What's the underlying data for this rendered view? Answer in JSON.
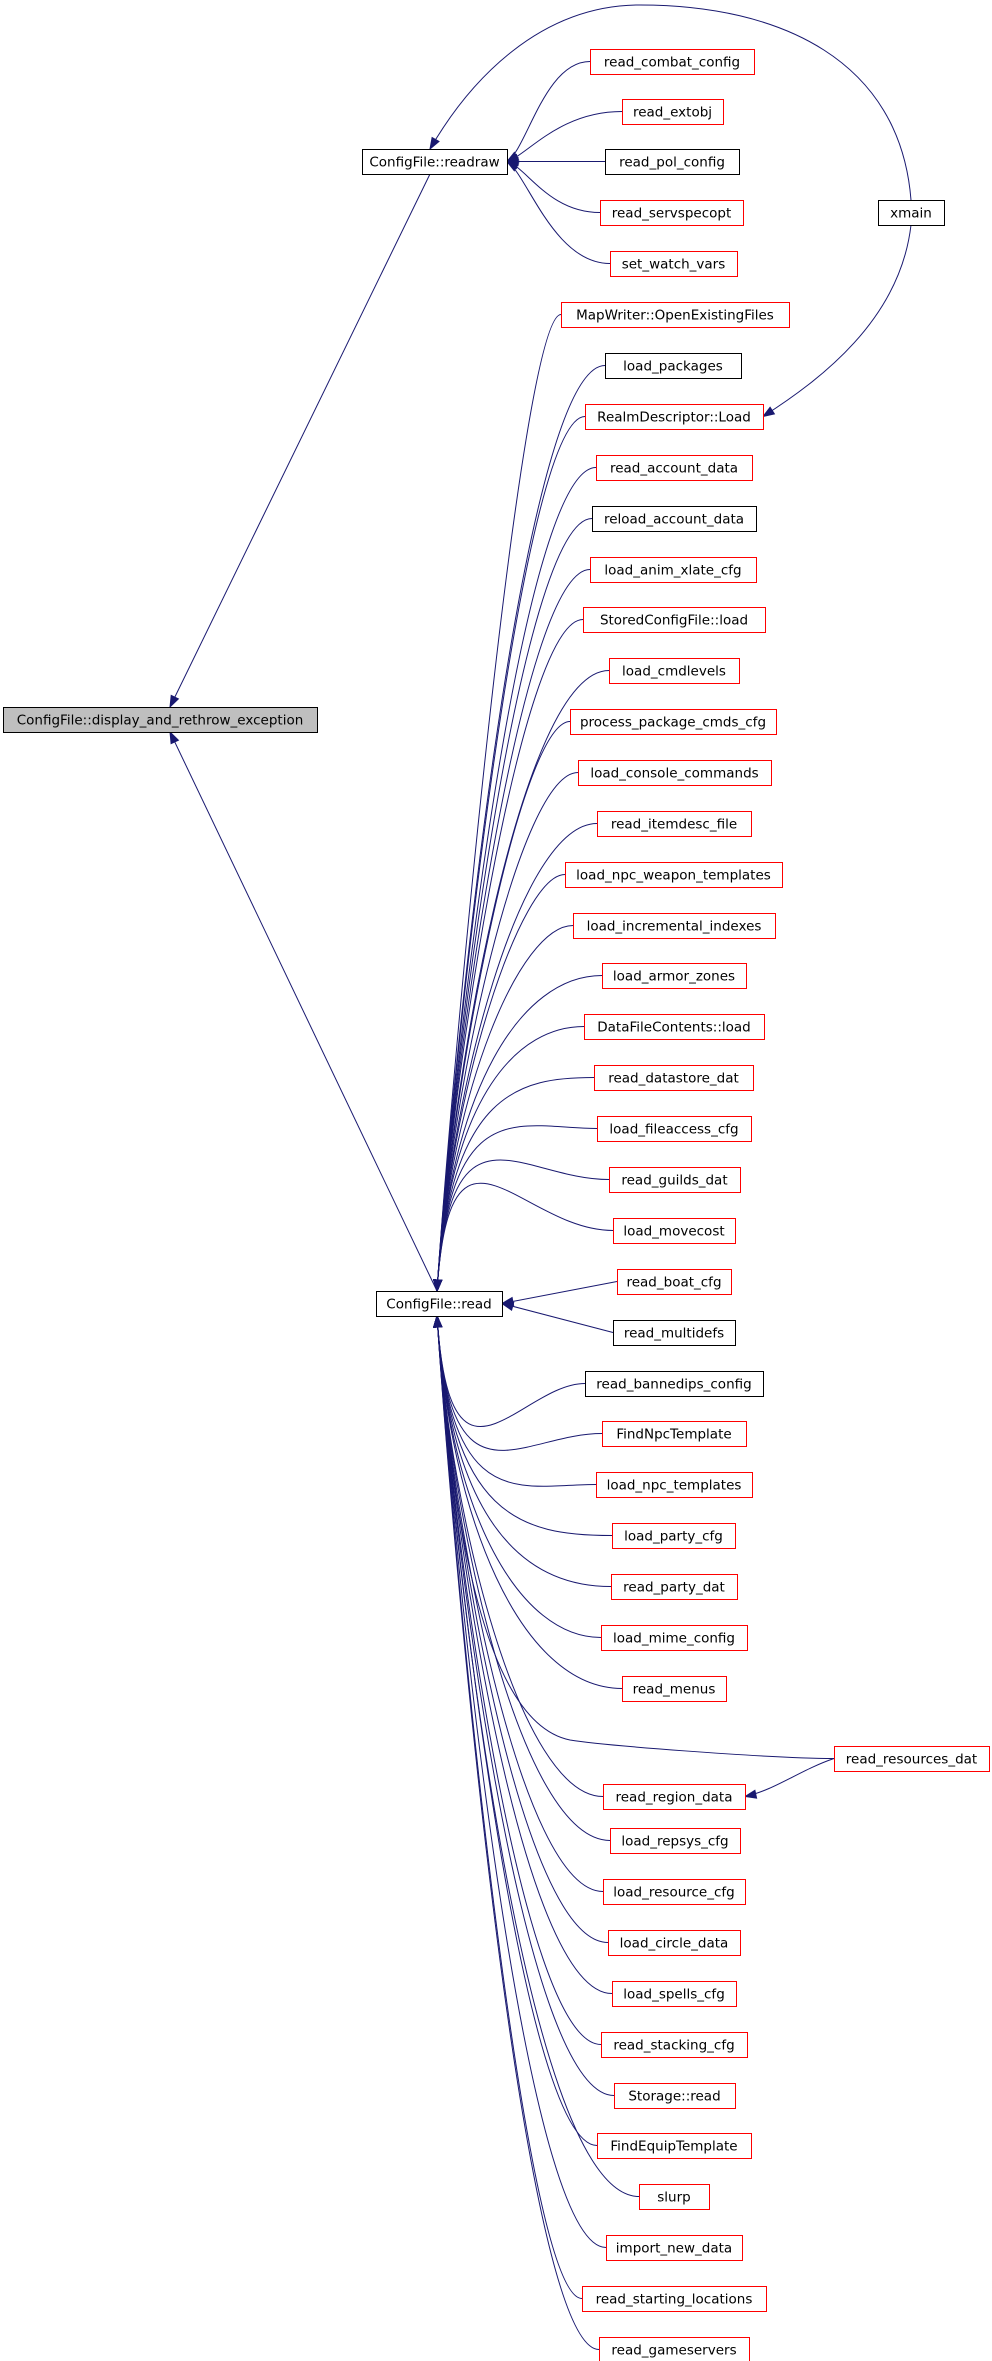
{
  "graph": {
    "colors": {
      "edge": "#191970",
      "border_documented": "#000000",
      "border_undocumented": "#ff0000",
      "focus_fill": "#bfbfbf"
    },
    "nodes": [
      {
        "id": "focus",
        "label": "ConfigFile::display_and_rethrow_exception",
        "kind": "focus"
      },
      {
        "id": "readraw",
        "label": "ConfigFile::readraw",
        "kind": "doc"
      },
      {
        "id": "read",
        "label": "ConfigFile::read",
        "kind": "doc"
      },
      {
        "id": "read_combat_config",
        "label": "read_combat_config",
        "kind": "undoc"
      },
      {
        "id": "read_extobj",
        "label": "read_extobj",
        "kind": "undoc"
      },
      {
        "id": "read_pol_config",
        "label": "read_pol_config",
        "kind": "doc"
      },
      {
        "id": "read_servspecopt",
        "label": "read_servspecopt",
        "kind": "undoc"
      },
      {
        "id": "set_watch_vars",
        "label": "set_watch_vars",
        "kind": "undoc"
      },
      {
        "id": "xmain",
        "label": "xmain",
        "kind": "doc"
      },
      {
        "id": "mapwriter",
        "label": "MapWriter::OpenExistingFiles",
        "kind": "undoc"
      },
      {
        "id": "load_packages",
        "label": "load_packages",
        "kind": "doc"
      },
      {
        "id": "realm_load",
        "label": "RealmDescriptor::Load",
        "kind": "undoc"
      },
      {
        "id": "read_account_data",
        "label": "read_account_data",
        "kind": "undoc"
      },
      {
        "id": "reload_account_data",
        "label": "reload_account_data",
        "kind": "doc"
      },
      {
        "id": "load_anim_xlate_cfg",
        "label": "load_anim_xlate_cfg",
        "kind": "undoc"
      },
      {
        "id": "storedconfig_load",
        "label": "StoredConfigFile::load",
        "kind": "undoc"
      },
      {
        "id": "load_cmdlevels",
        "label": "load_cmdlevels",
        "kind": "undoc"
      },
      {
        "id": "process_package_cmds_cfg",
        "label": "process_package_cmds_cfg",
        "kind": "undoc"
      },
      {
        "id": "load_console_commands",
        "label": "load_console_commands",
        "kind": "undoc"
      },
      {
        "id": "read_itemdesc_file",
        "label": "read_itemdesc_file",
        "kind": "undoc"
      },
      {
        "id": "load_npc_weapon_templates",
        "label": "load_npc_weapon_templates",
        "kind": "undoc"
      },
      {
        "id": "load_incremental_indexes",
        "label": "load_incremental_indexes",
        "kind": "undoc"
      },
      {
        "id": "load_armor_zones",
        "label": "load_armor_zones",
        "kind": "undoc"
      },
      {
        "id": "datafilecontents_load",
        "label": "DataFileContents::load",
        "kind": "undoc"
      },
      {
        "id": "read_datastore_dat",
        "label": "read_datastore_dat",
        "kind": "undoc"
      },
      {
        "id": "load_fileaccess_cfg",
        "label": "load_fileaccess_cfg",
        "kind": "undoc"
      },
      {
        "id": "read_guilds_dat",
        "label": "read_guilds_dat",
        "kind": "undoc"
      },
      {
        "id": "load_movecost",
        "label": "load_movecost",
        "kind": "undoc"
      },
      {
        "id": "read_boat_cfg",
        "label": "read_boat_cfg",
        "kind": "undoc"
      },
      {
        "id": "read_multidefs",
        "label": "read_multidefs",
        "kind": "doc"
      },
      {
        "id": "read_bannedips_config",
        "label": "read_bannedips_config",
        "kind": "doc"
      },
      {
        "id": "findnpctemplate",
        "label": "FindNpcTemplate",
        "kind": "undoc"
      },
      {
        "id": "load_npc_templates",
        "label": "load_npc_templates",
        "kind": "undoc"
      },
      {
        "id": "load_party_cfg",
        "label": "load_party_cfg",
        "kind": "undoc"
      },
      {
        "id": "read_party_dat",
        "label": "read_party_dat",
        "kind": "undoc"
      },
      {
        "id": "load_mime_config",
        "label": "load_mime_config",
        "kind": "undoc"
      },
      {
        "id": "read_menus",
        "label": "read_menus",
        "kind": "undoc"
      },
      {
        "id": "read_resources_dat",
        "label": "read_resources_dat",
        "kind": "undoc"
      },
      {
        "id": "read_region_data",
        "label": "read_region_data",
        "kind": "undoc"
      },
      {
        "id": "load_repsys_cfg",
        "label": "load_repsys_cfg",
        "kind": "undoc"
      },
      {
        "id": "load_resource_cfg",
        "label": "load_resource_cfg",
        "kind": "undoc"
      },
      {
        "id": "load_circle_data",
        "label": "load_circle_data",
        "kind": "undoc"
      },
      {
        "id": "load_spells_cfg",
        "label": "load_spells_cfg",
        "kind": "undoc"
      },
      {
        "id": "read_stacking_cfg",
        "label": "read_stacking_cfg",
        "kind": "undoc"
      },
      {
        "id": "storage_read",
        "label": "Storage::read",
        "kind": "undoc"
      },
      {
        "id": "findequiptemplate",
        "label": "FindEquipTemplate",
        "kind": "undoc"
      },
      {
        "id": "slurp",
        "label": "slurp",
        "kind": "undoc"
      },
      {
        "id": "import_new_data",
        "label": "import_new_data",
        "kind": "undoc"
      },
      {
        "id": "read_starting_locations",
        "label": "read_starting_locations",
        "kind": "undoc"
      },
      {
        "id": "read_gameservers",
        "label": "read_gameservers",
        "kind": "undoc"
      }
    ],
    "edges": [
      [
        "readraw",
        "focus"
      ],
      [
        "read",
        "focus"
      ],
      [
        "read_combat_config",
        "readraw"
      ],
      [
        "read_extobj",
        "readraw"
      ],
      [
        "read_pol_config",
        "readraw"
      ],
      [
        "read_servspecopt",
        "readraw"
      ],
      [
        "set_watch_vars",
        "readraw"
      ],
      [
        "xmain",
        "readraw"
      ],
      [
        "xmain",
        "realm_load"
      ],
      [
        "read_resources_dat",
        "read_region_data"
      ],
      [
        "mapwriter",
        "read"
      ],
      [
        "load_packages",
        "read"
      ],
      [
        "realm_load",
        "read"
      ],
      [
        "read_account_data",
        "read"
      ],
      [
        "reload_account_data",
        "read"
      ],
      [
        "load_anim_xlate_cfg",
        "read"
      ],
      [
        "storedconfig_load",
        "read"
      ],
      [
        "load_cmdlevels",
        "read"
      ],
      [
        "process_package_cmds_cfg",
        "read"
      ],
      [
        "load_console_commands",
        "read"
      ],
      [
        "read_itemdesc_file",
        "read"
      ],
      [
        "load_npc_weapon_templates",
        "read"
      ],
      [
        "load_incremental_indexes",
        "read"
      ],
      [
        "load_armor_zones",
        "read"
      ],
      [
        "datafilecontents_load",
        "read"
      ],
      [
        "read_datastore_dat",
        "read"
      ],
      [
        "load_fileaccess_cfg",
        "read"
      ],
      [
        "read_guilds_dat",
        "read"
      ],
      [
        "load_movecost",
        "read"
      ],
      [
        "read_boat_cfg",
        "read"
      ],
      [
        "read_multidefs",
        "read"
      ],
      [
        "read_bannedips_config",
        "read"
      ],
      [
        "findnpctemplate",
        "read"
      ],
      [
        "load_npc_templates",
        "read"
      ],
      [
        "load_party_cfg",
        "read"
      ],
      [
        "read_party_dat",
        "read"
      ],
      [
        "load_mime_config",
        "read"
      ],
      [
        "read_menus",
        "read"
      ],
      [
        "read_resources_dat",
        "read"
      ],
      [
        "read_region_data",
        "read"
      ],
      [
        "load_repsys_cfg",
        "read"
      ],
      [
        "load_resource_cfg",
        "read"
      ],
      [
        "load_circle_data",
        "read"
      ],
      [
        "load_spells_cfg",
        "read"
      ],
      [
        "read_stacking_cfg",
        "read"
      ],
      [
        "storage_read",
        "read"
      ],
      [
        "findequiptemplate",
        "read"
      ],
      [
        "slurp",
        "read"
      ],
      [
        "import_new_data",
        "read"
      ],
      [
        "read_starting_locations",
        "read"
      ],
      [
        "read_gameservers",
        "read"
      ]
    ]
  }
}
